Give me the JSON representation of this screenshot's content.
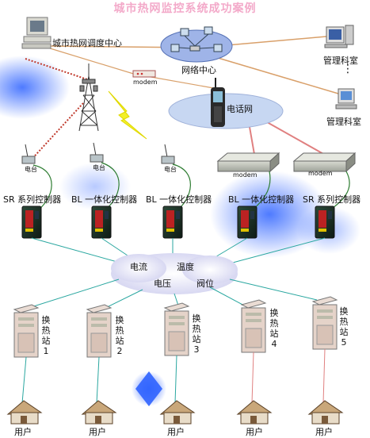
{
  "title": "城市热网监控系统成功案例",
  "dispatch_center": "城市热网调度中心",
  "network_center": "网络中心",
  "mgmt_office_1": "管理科室",
  "mgmt_office_2": "管理科室",
  "ellipsis": "⋮",
  "phone_network": "电话网",
  "modem_label": "modem",
  "radio_label": "电台",
  "controllers": [
    "SR 系列控制器",
    "BL 一体化控制器",
    "BL 一体化控制器",
    "BL 一体化控制器",
    "SR 系列控制器"
  ],
  "cloud_labels": {
    "current": "电流",
    "temperature": "温度",
    "voltage": "电压",
    "valve": "阀位"
  },
  "stations": [
    {
      "text": "换热站",
      "num": "1"
    },
    {
      "text": "换热站",
      "num": "2"
    },
    {
      "text": "换热站",
      "num": "3"
    },
    {
      "text": "换热站",
      "num": "4"
    },
    {
      "text": "换热站",
      "num": "5"
    }
  ],
  "user_label": "用户",
  "colors": {
    "title": "#f3a9c9",
    "radio_link": "#f2ef2a",
    "line_orange": "#d9a06a",
    "line_dotted": "#c0392b",
    "line_teal": "#2aa7a0",
    "line_green": "#2e7d32",
    "line_pink": "#e08080"
  }
}
